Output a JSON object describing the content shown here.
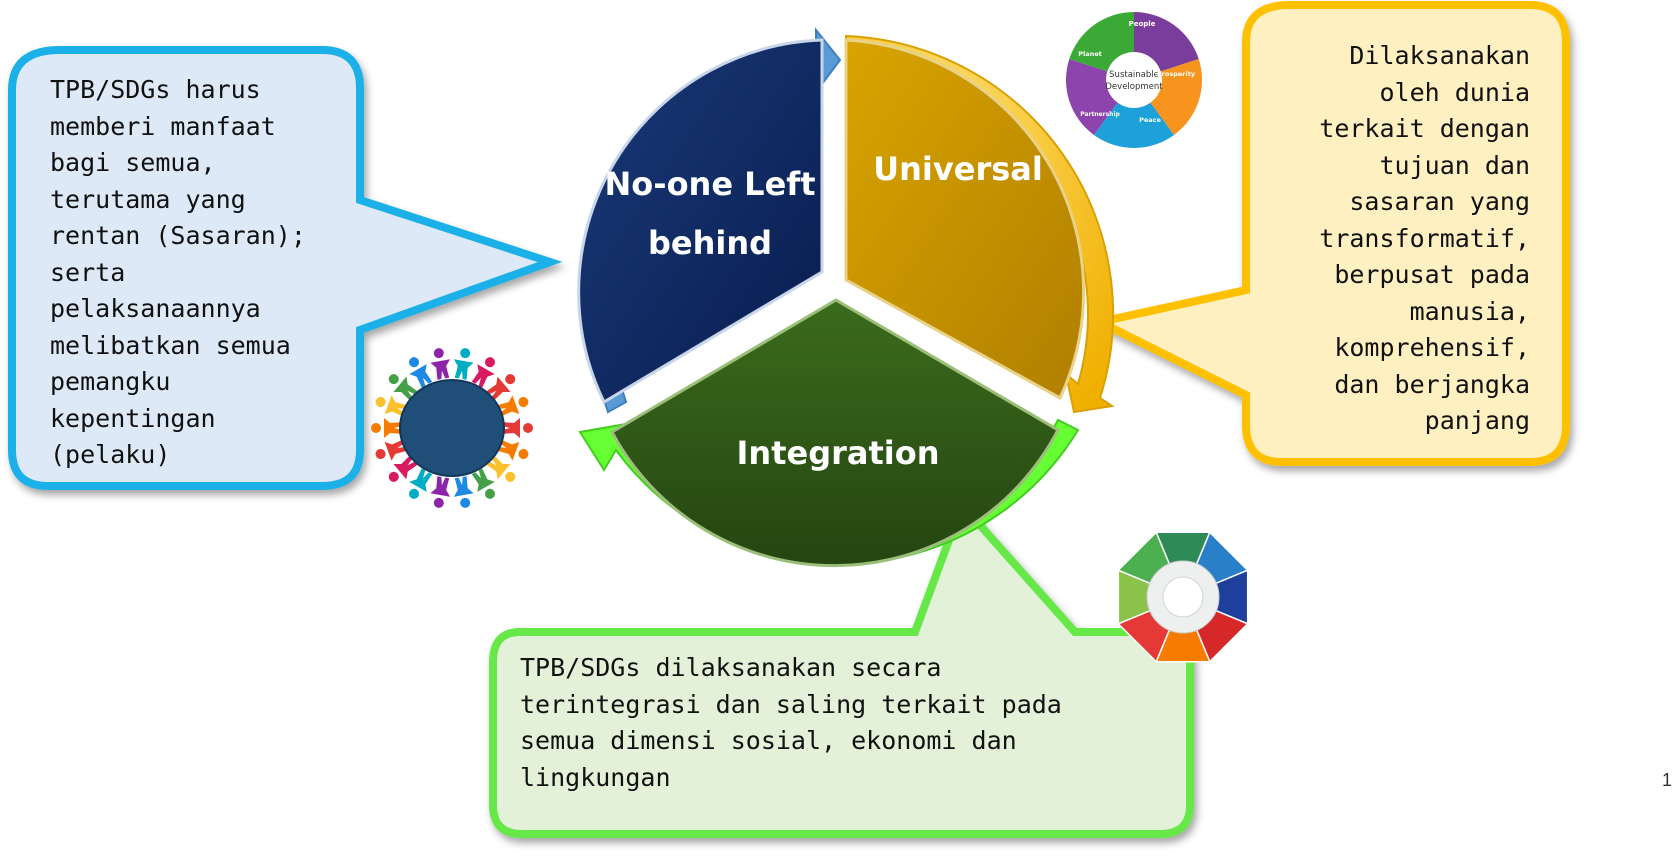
{
  "diagram": {
    "segments": {
      "no_one_left_behind": {
        "line1": "No-one Left",
        "line2": "behind",
        "color": "#0b2560"
      },
      "universal": {
        "label": "Universal",
        "color": "#bf8f00"
      },
      "integration": {
        "label": "Integration",
        "color": "#2d5016"
      }
    },
    "arrow_colors": {
      "blue": "#5b9bd5",
      "gold": "#ffc000",
      "green": "#66ff33"
    }
  },
  "callouts": {
    "left": {
      "text": "TPB/SDGs harus\nmemberi manfaat\nbagi semua,\nterutama yang\nrentan (Sasaran);\nserta\npelaksanaannya\nmelibatkan semua\npemangku\nkepentingan\n(pelaku)",
      "fill": "#dde9f7",
      "border": "#1fb0e8"
    },
    "right": {
      "text": "Dilaksanakan\noleh dunia\nterkait dengan\ntujuan dan\nsasaran yang\ntransformatif,\nberpusat pada\nmanusia,\nkomprehensif,\ndan berjangka\npanjang",
      "fill": "#fff0c2",
      "border": "#ffc000"
    },
    "bottom": {
      "text": "TPB/SDGs dilaksanakan secara\nterintegrasi dan saling terkait pada\nsemua dimensi sosial, ekonomi dan\nlingkungan",
      "fill": "#e3f1d9",
      "border": "#66e84a"
    }
  },
  "sdg_icon": {
    "center": "Sustainable\nDevelopment",
    "center_line1": "Sustainable",
    "center_line2": "Development",
    "sections": [
      "People",
      "Prosperity",
      "Peace",
      "Partnership",
      "Planet"
    ],
    "colors": [
      "#7a3d9c",
      "#f7941d",
      "#1ea0d8",
      "#8e44ad",
      "#3aa935"
    ]
  },
  "people_circle_icon": {
    "center_color": "#1f4e79"
  },
  "integrated_icon": {
    "colors": [
      "#2e8b57",
      "#2a7fc9",
      "#1f3f9c",
      "#d62828",
      "#f57c00",
      "#e53935",
      "#8bc34a",
      "#4caf50"
    ]
  },
  "page_number": "1"
}
